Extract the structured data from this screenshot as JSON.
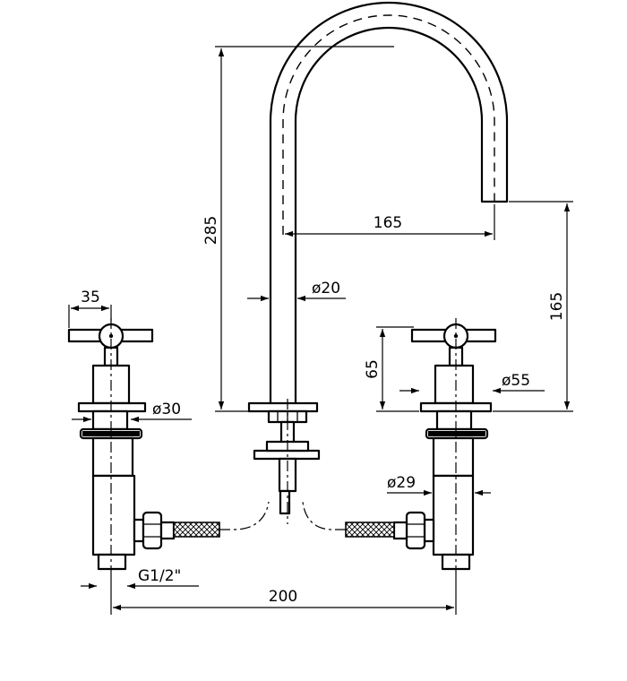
{
  "dimensions": {
    "total_height": "285",
    "spout_reach": "165",
    "spout_diameter": "ø20",
    "outlet_height": "165",
    "handle_width": "35",
    "body_diameter_left": "ø30",
    "handle_height": "65",
    "flange_diameter": "ø55",
    "shank_diameter": "ø29",
    "thread": "G1/2\"",
    "spacing": "200"
  },
  "colors": {
    "line": "#000000",
    "background": "#ffffff"
  }
}
